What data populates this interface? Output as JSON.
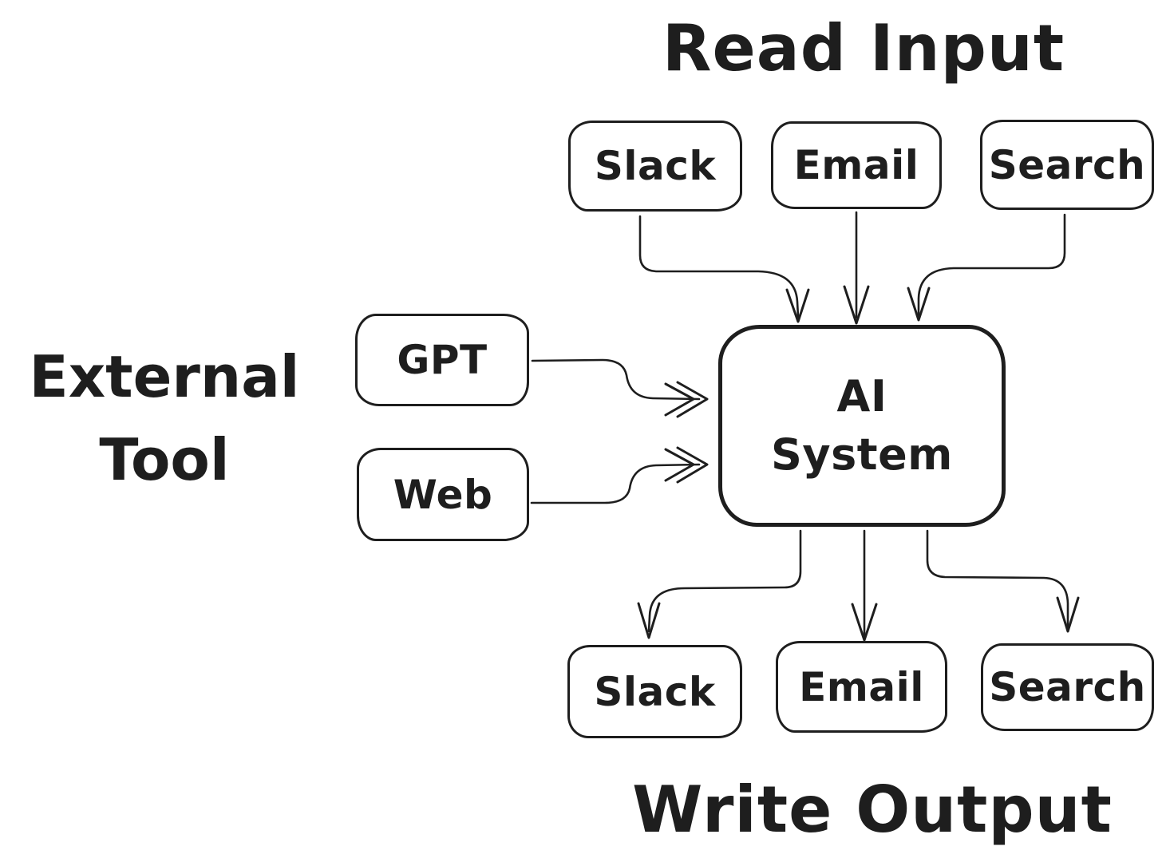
{
  "diagram": {
    "background": "#ffffff",
    "ink_color": "#1e1e1e",
    "read_input": {
      "title": "Read Input",
      "nodes": [
        {
          "label": "Slack"
        },
        {
          "label": "Email"
        },
        {
          "label": "Search"
        }
      ]
    },
    "external_tool": {
      "title_line1": "External",
      "title_line2": "Tool",
      "nodes": [
        {
          "label": "GPT"
        },
        {
          "label": "Web"
        }
      ]
    },
    "ai_system": {
      "label_line1": "AI",
      "label_line2": "System"
    },
    "write_output": {
      "title": "Write Output",
      "nodes": [
        {
          "label": "Slack"
        },
        {
          "label": "Email"
        },
        {
          "label": "Search"
        }
      ]
    },
    "edges": [
      {
        "from": "Slack (input)",
        "to": "AI System"
      },
      {
        "from": "Email (input)",
        "to": "AI System"
      },
      {
        "from": "Search (input)",
        "to": "AI System"
      },
      {
        "from": "GPT",
        "to": "AI System"
      },
      {
        "from": "Web",
        "to": "AI System"
      },
      {
        "from": "AI System",
        "to": "Slack (output)"
      },
      {
        "from": "AI System",
        "to": "Email (output)"
      },
      {
        "from": "AI System",
        "to": "Search (output)"
      }
    ]
  }
}
